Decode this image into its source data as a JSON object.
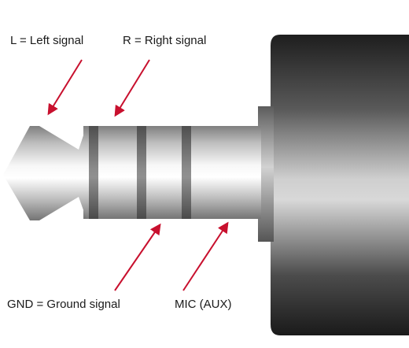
{
  "labels": {
    "left_signal": "L = Left signal",
    "right_signal": "R = Right signal",
    "ground_signal": "GND = Ground signal",
    "mic": "MIC (AUX)"
  },
  "colors": {
    "arrow": "#c8102e",
    "text": "#1a1a1a",
    "insulator_ring": "#6e6e6e",
    "body_dark": "#3a3a3a",
    "metal_light": "#f2f2f2"
  },
  "diagram": {
    "subject": "trrs-audio-jack-plug",
    "arrow_count": 4
  }
}
